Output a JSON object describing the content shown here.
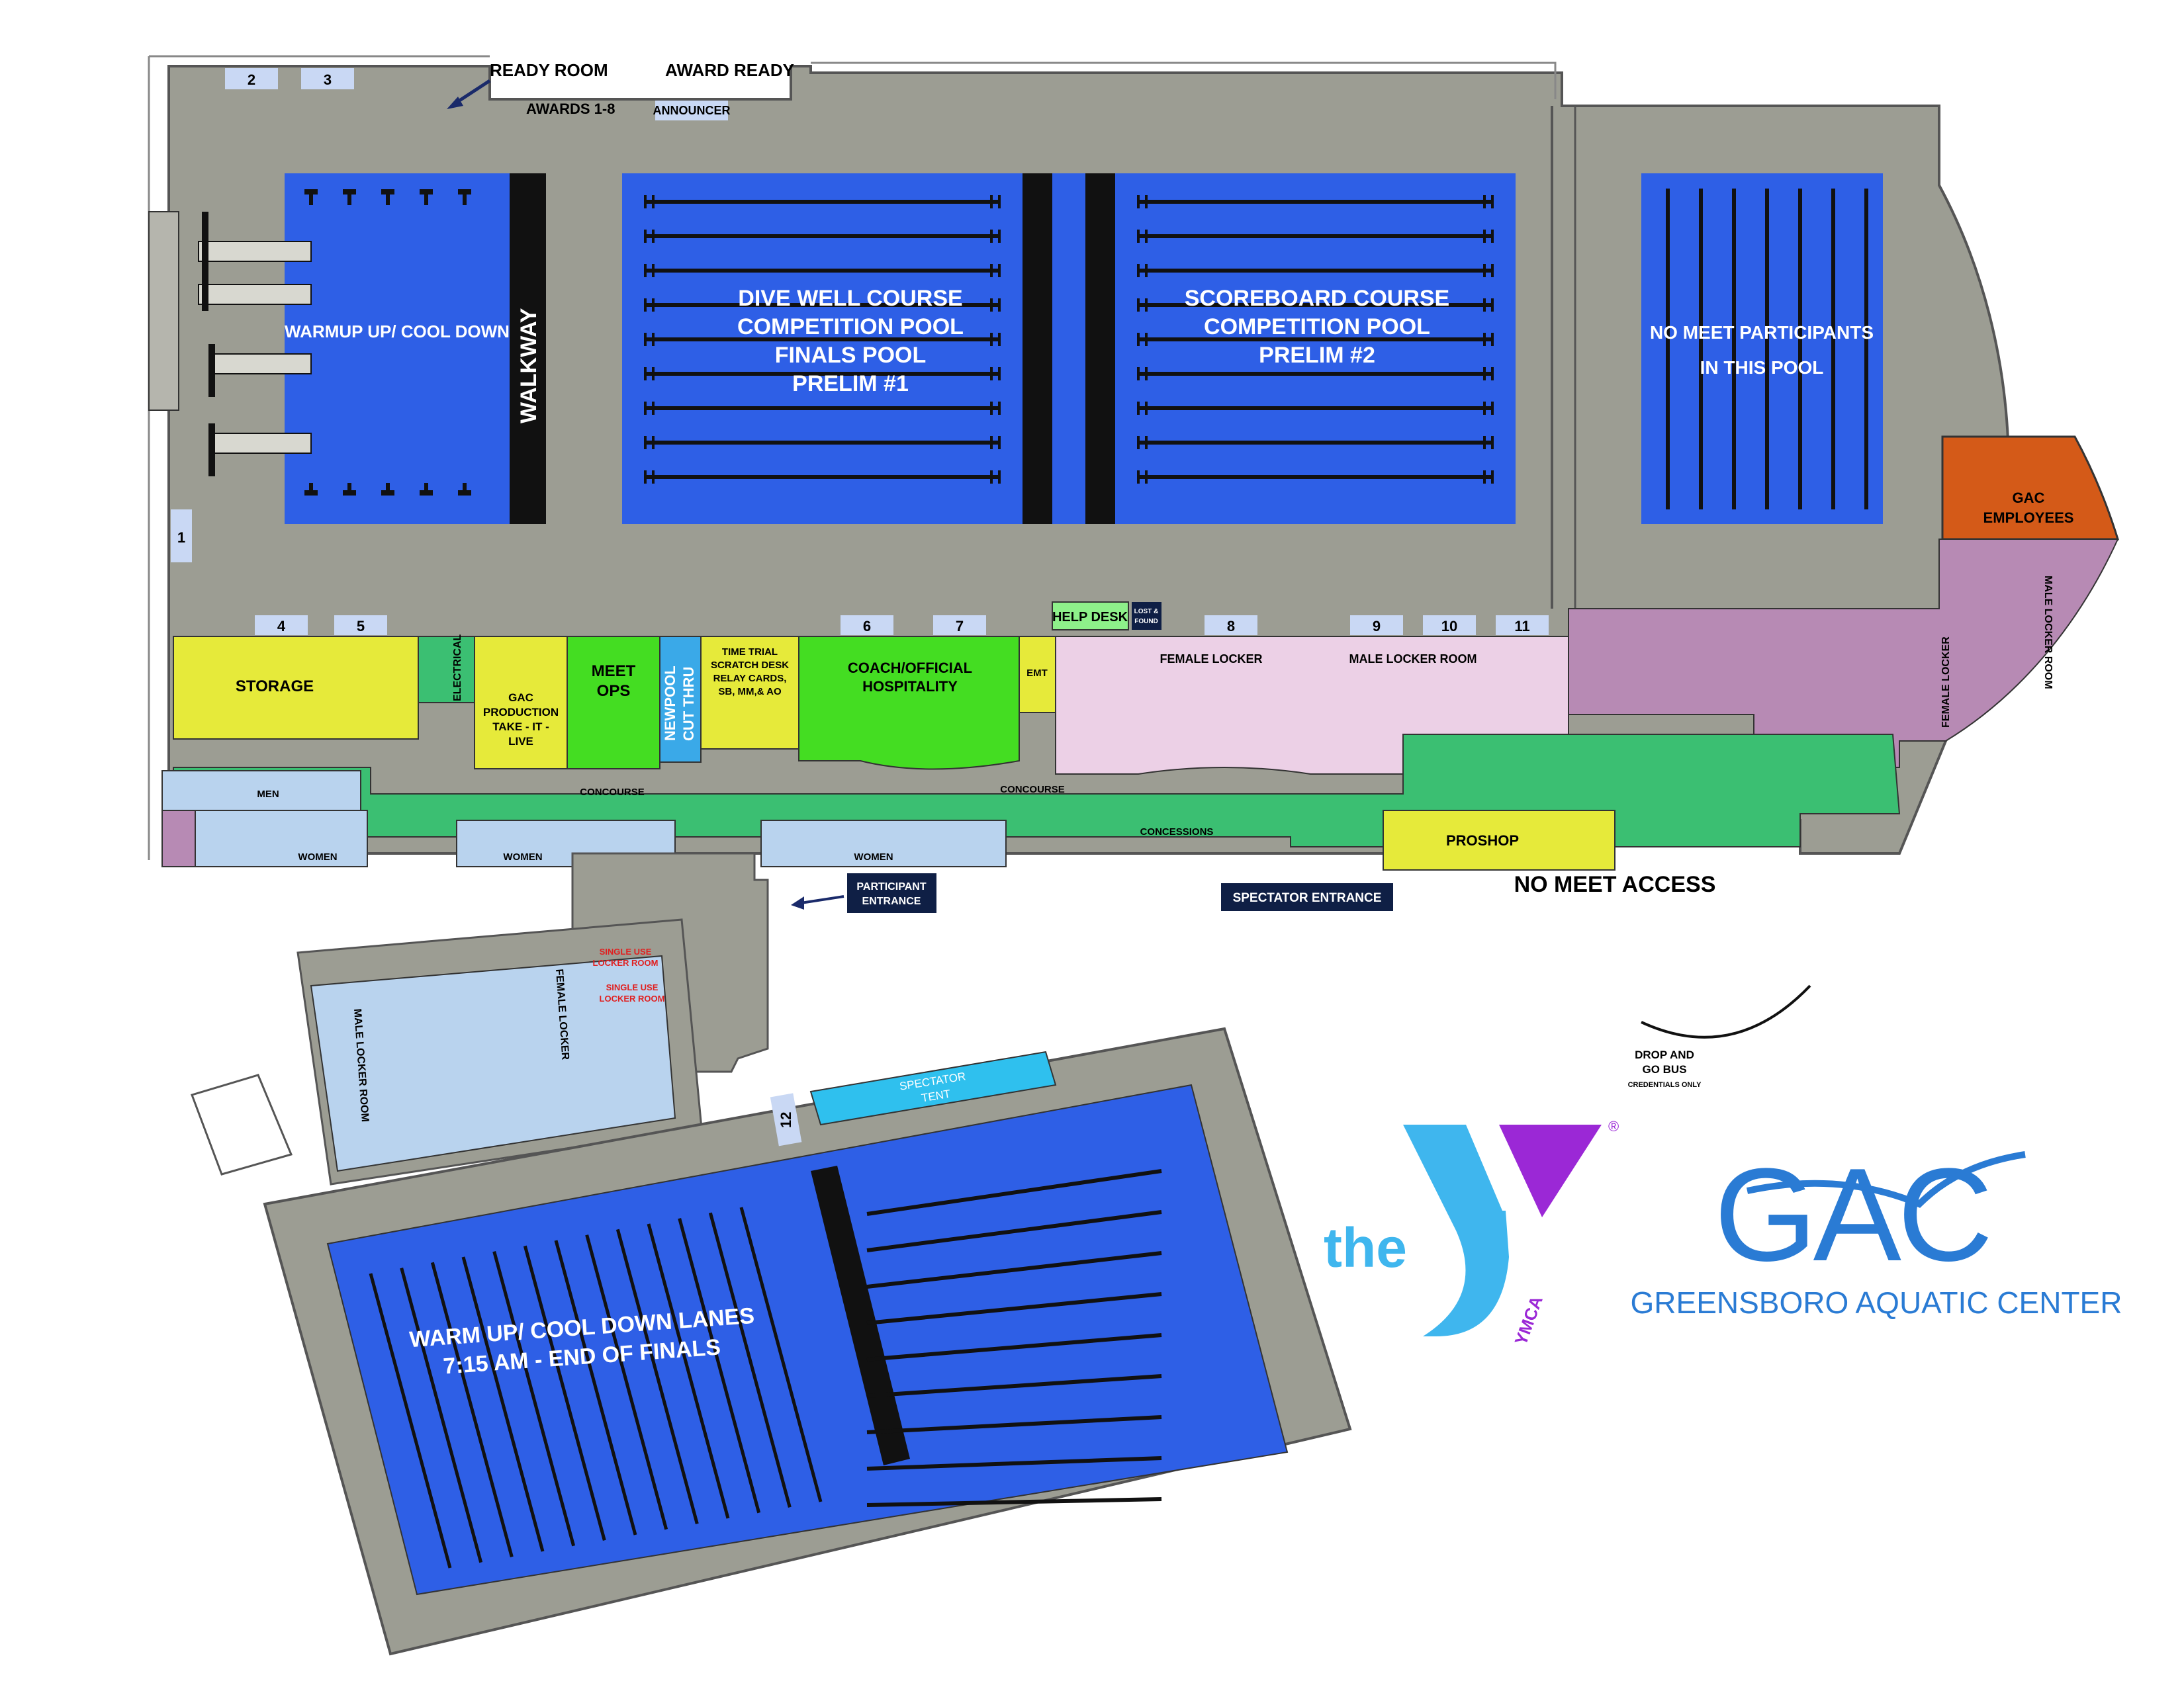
{
  "colors": {
    "building": "#9c9d93",
    "building_dark": "#7f807a",
    "pool": "#2e5fe6",
    "lane_line": "#111111",
    "concourse": "#3bbf72",
    "storage": "#e6ea3a",
    "ops_green": "#44dd22",
    "female_locker": "#ecd0e6",
    "male_locker_east": "#b78ab4",
    "gac_employees": "#d45a18",
    "restroom": "#b9d3ee",
    "help_desk": "#8ef08a",
    "newpool_cut": "#3aa9e8",
    "navy": "#0f1f45",
    "spectator_tent": "#2fc0ee",
    "ymca_blue": "#3fb6ee",
    "ymca_purple": "#9b28d6",
    "gac_blue": "#2a7bd4",
    "red_text": "#e02020"
  },
  "top_labels": {
    "ready_room": "READY ROOM",
    "award_ready": "AWARD READY",
    "awards": "AWARDS 1-8",
    "announcer": "ANNOUNCER"
  },
  "doors": {
    "d1": "1",
    "d2": "2",
    "d3": "3",
    "d4": "4",
    "d5": "5",
    "d6": "6",
    "d7": "7",
    "d8": "8",
    "d9": "9",
    "d10": "10",
    "d11": "11",
    "d12": "12"
  },
  "pools": {
    "warmup": "WARMUP UP/ COOL DOWN",
    "walkway": "WALKWAY",
    "dive_well": [
      "DIVE WELL COURSE",
      "COMPETITION POOL",
      "FINALS POOL",
      "PRELIM #1"
    ],
    "scoreboard": [
      "SCOREBOARD COURSE",
      "COMPETITION POOL",
      "PRELIM #2"
    ],
    "no_participants": [
      "NO MEET PARTICIPANTS",
      "IN THIS POOL"
    ],
    "ymca_warmup": [
      "WARM UP/ COOL DOWN LANES",
      "7:15 AM - END OF FINALS"
    ]
  },
  "rooms": {
    "storage": "STORAGE",
    "electrical": "ELECTRICAL",
    "gac_production": [
      "GAC",
      "PRODUCTION",
      "TAKE - IT -",
      "LIVE"
    ],
    "meet_ops": [
      "MEET",
      "OPS"
    ],
    "newpool_cut": [
      "NEWPOOL",
      "CUT THRU"
    ],
    "time_trial": [
      "TIME TRIAL",
      "SCRATCH DESK",
      "RELAY CARDS,",
      "SB, MM,& AO"
    ],
    "coach_hospitality": [
      "COACH/OFFICIAL",
      "HOSPITALITY"
    ],
    "emt": "EMT",
    "help_desk": "HELP DESK",
    "lost_found": [
      "LOST &",
      "FOUND"
    ],
    "female_locker": "FEMALE LOCKER",
    "male_locker_room": "MALE LOCKER ROOM",
    "gac_employees": [
      "GAC",
      "EMPLOYEES"
    ],
    "female_locker_east": "FEMALE LOCKER",
    "male_locker_room_east": "MALE LOCKER ROOM",
    "men": "MEN",
    "women": "WOMEN",
    "concourse": "CONCOURSE",
    "concessions": "CONCESSIONS",
    "proshop": "PROSHOP",
    "participant_entrance": [
      "PARTICIPANT",
      "ENTRANCE"
    ],
    "spectator_entrance": "SPECTATOR ENTRANCE",
    "no_meet_access": "NO MEET ACCESS",
    "single_use": [
      "SINGLE USE",
      "LOCKER ROOM"
    ],
    "ymca_female_locker": "FEMALE LOCKER",
    "ymca_male_locker": "MALE LOCKER ROOM",
    "spectator_tent": [
      "SPECTATOR",
      "TENT"
    ],
    "drop_go": [
      "DROP AND",
      "GO BUS"
    ],
    "credentials": "CREDENTIALS ONLY"
  },
  "logos": {
    "ymca_the": "the",
    "ymca_word": "YMCA",
    "ymca_reg": "®",
    "gac_letters": "GAC",
    "gac_name": "GREENSBORO AQUATIC CENTER"
  }
}
